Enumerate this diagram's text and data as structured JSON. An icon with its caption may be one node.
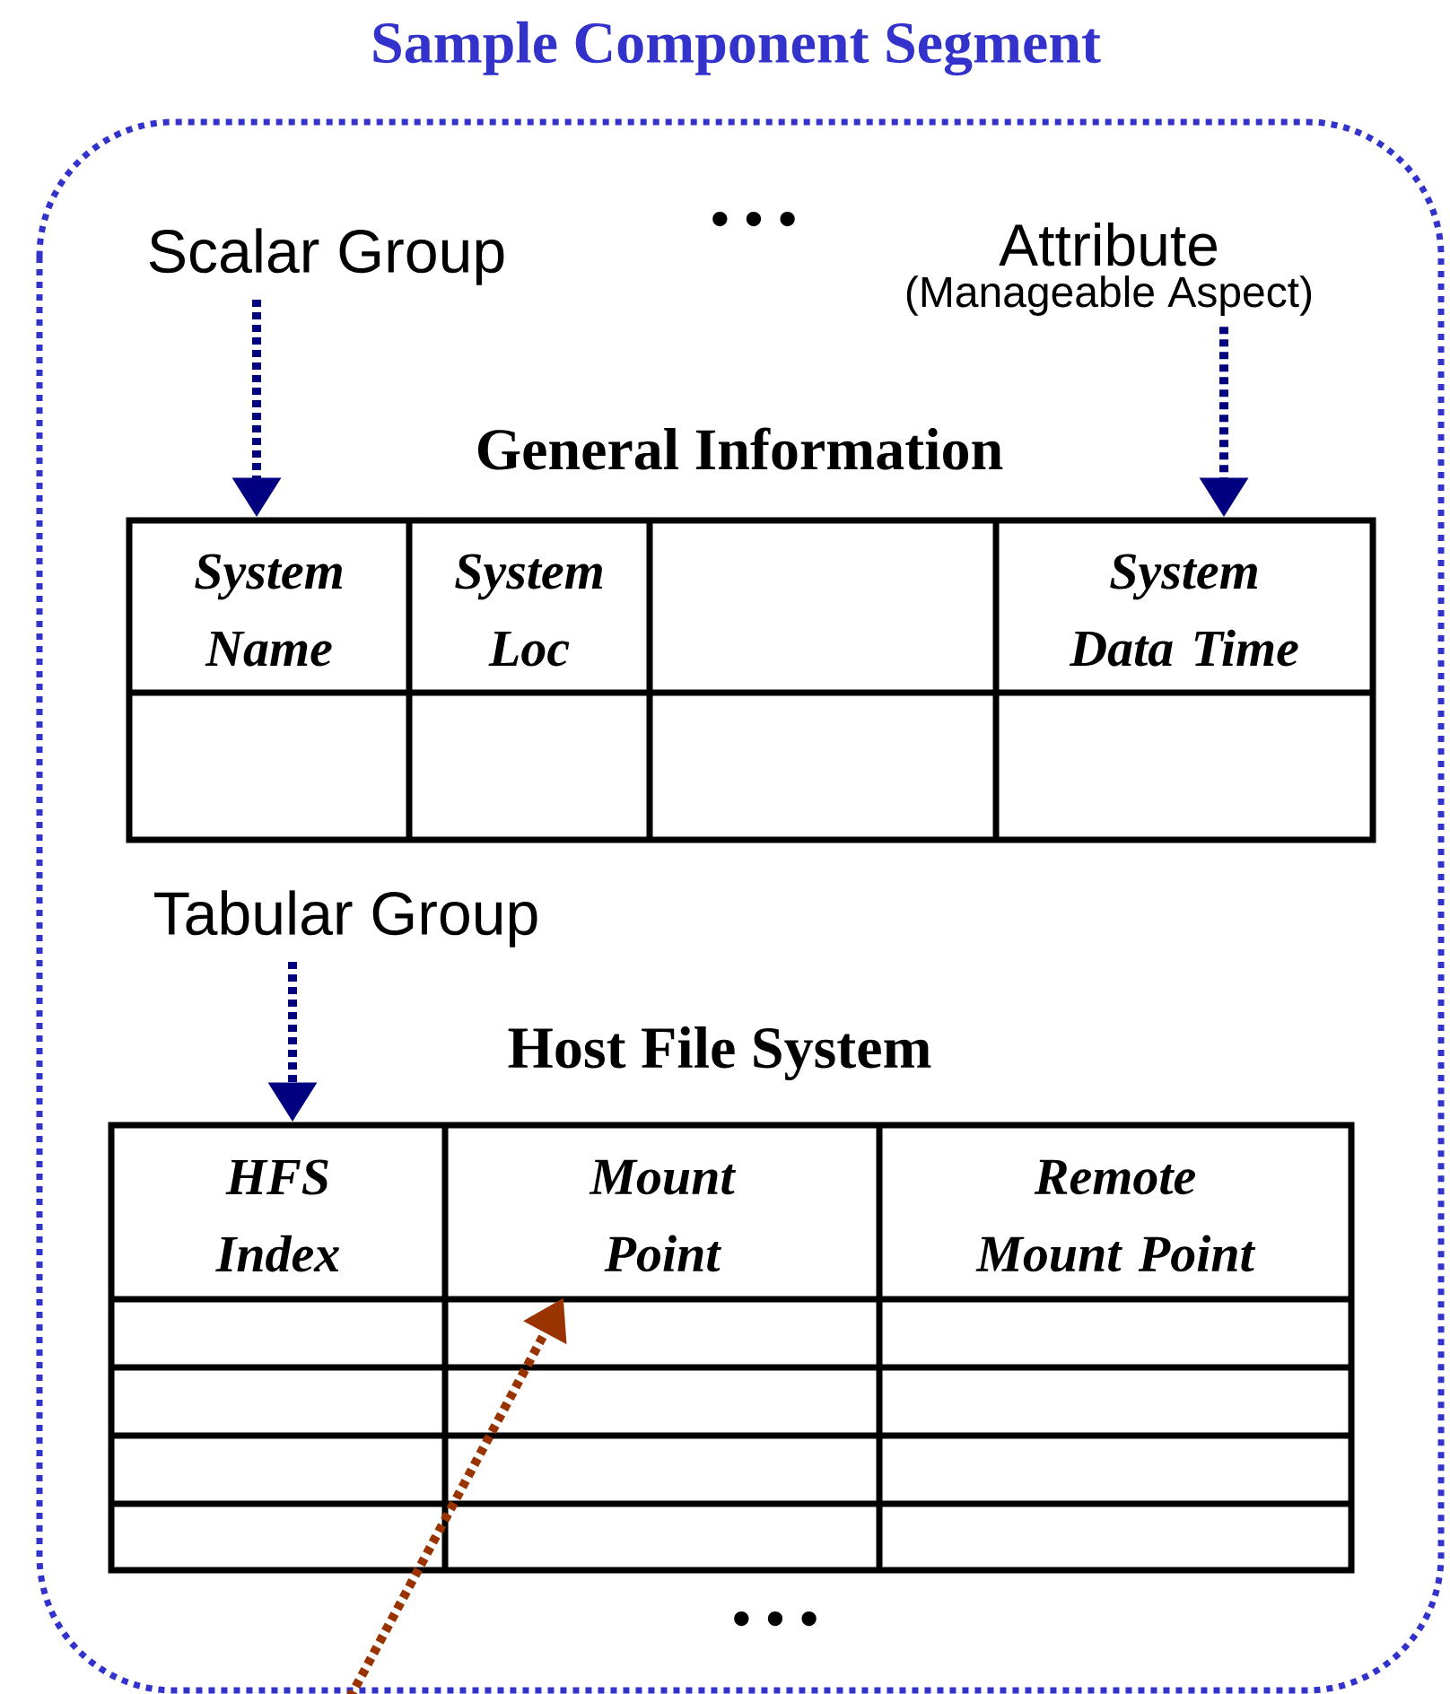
{
  "diagram": {
    "nodes": [
      {
        "text": [
          "Sample Component Segment"
        ]
      },
      {
        "text": [
          "Scalar Group"
        ],
        "in": 0
      },
      {
        "text": [
          "Attribute",
          "(Manageable Aspect)"
        ],
        "in": 0
      },
      {
        "text": [
          "General Information"
        ],
        "in": 0
      },
      {
        "text": [
          "System Name"
        ],
        "in": 3
      },
      {
        "text": [
          "System Loc"
        ],
        "in": 3
      },
      {
        "text": [
          "System Data Time"
        ],
        "in": 3
      },
      {
        "text": [
          "Tabular Group"
        ],
        "in": 0
      },
      {
        "text": [
          "Host File System"
        ],
        "in": 0
      },
      {
        "text": [
          "HFS Index"
        ],
        "in": 8
      },
      {
        "text": [
          "Mount Point"
        ],
        "in": 8
      },
      {
        "text": [
          "Remote Mount Point"
        ],
        "in": 8
      }
    ],
    "edges": [
      {
        "from": 1,
        "to": 3,
        "arrow": "to",
        "style": "dashed"
      },
      {
        "from": 2,
        "to": 3,
        "arrow": "to",
        "style": "dashed"
      },
      {
        "from": 7,
        "to": 8,
        "arrow": "to",
        "style": "dashed"
      },
      {
        "from": null,
        "to": 10,
        "arrow": "to",
        "style": "dashed",
        "color": "#993300"
      }
    ],
    "labels": [
      "• • •",
      "• • •"
    ]
  }
}
